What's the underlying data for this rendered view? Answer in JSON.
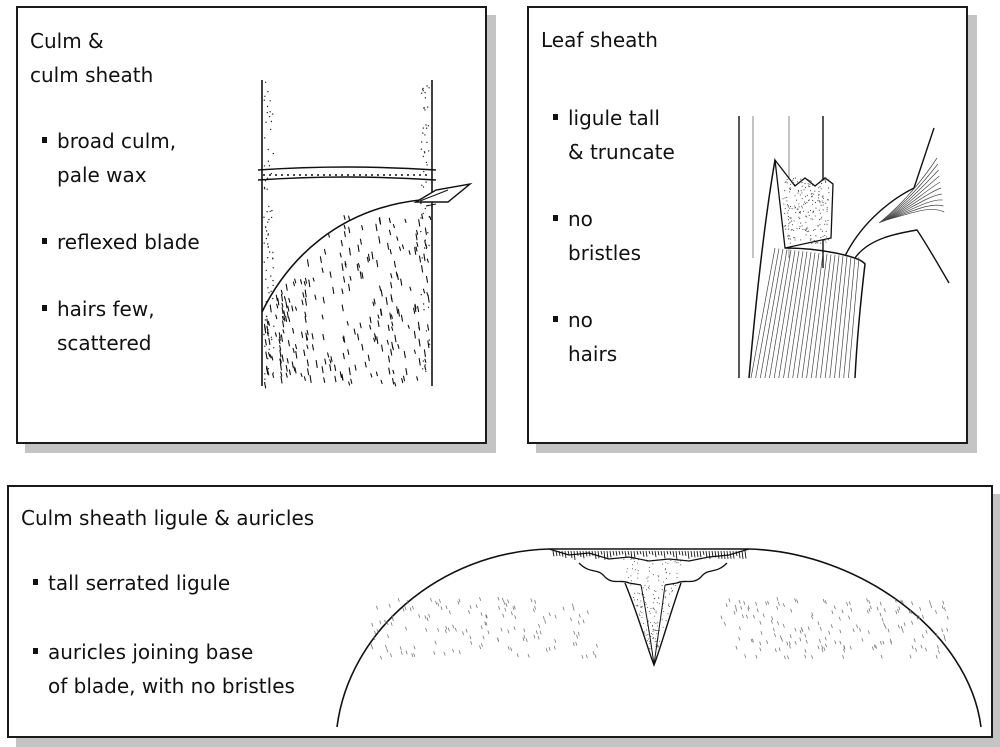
{
  "panels": {
    "culm": {
      "title": "Culm &\nculm sheath",
      "bullets": [
        "broad culm,\npale wax",
        "reflexed blade",
        "hairs few,\nscattered"
      ]
    },
    "leaf_sheath": {
      "title": "Leaf sheath",
      "bullets": [
        " ligule tall\n& truncate",
        "no\nbristles",
        "no\nhairs"
      ]
    },
    "ligule": {
      "title": "Culm sheath ligule & auricles",
      "bullets": [
        "tall serrated ligule",
        "auricles joining base\nof blade, with no bristles"
      ]
    }
  }
}
